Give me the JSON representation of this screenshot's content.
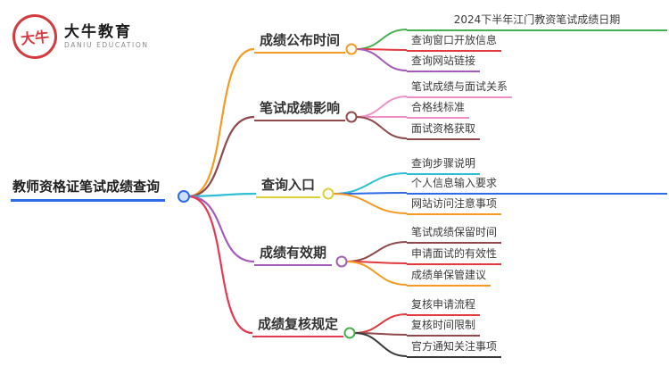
{
  "brand": {
    "logo_text": "大牛",
    "name": "大牛教育",
    "subtitle": "DANIU EDUCATION",
    "logo_color": "#d43b3f"
  },
  "root": {
    "label": "教师资格证笔试成绩查询",
    "color": "#2e6be6"
  },
  "branches": [
    {
      "label": "成绩公布时间",
      "color": "#f59a23",
      "children": [
        {
          "text": "2024下半年江门教资笔试成绩日期",
          "color": "#44b04e"
        },
        {
          "text": "查询窗口开放信息",
          "color": "#e23a3f"
        },
        {
          "text": "查询网站链接",
          "color": "#a55cb8"
        }
      ]
    },
    {
      "label": "笔试成绩影响",
      "color": "#8f4a4d",
      "children": [
        {
          "text": "笔试成绩与面试关系",
          "color": "#f090c8"
        },
        {
          "text": "合格线标准",
          "color": "#f090c8"
        },
        {
          "text": "面试资格获取",
          "color": "#8f4a4d"
        }
      ]
    },
    {
      "label": "查询入口",
      "color": "#d9d23c",
      "edge_color": "#2ec0d2",
      "children": [
        {
          "text": "查询步骤说明",
          "color": "#2ec0d2"
        },
        {
          "text": "个人信息输入要求",
          "color": "#2e6be6"
        },
        {
          "text": "网站访问注意事项",
          "color": "#f59a23"
        }
      ]
    },
    {
      "label": "成绩有效期",
      "color": "#a55cb8",
      "children": [
        {
          "text": "笔试成绩保留时间",
          "color": "#8f4a4d"
        },
        {
          "text": "申请面试的有效性",
          "color": "#e23a3f"
        },
        {
          "text": "成绩单保管建议",
          "color": "#f59a23"
        }
      ]
    },
    {
      "label": "成绩复核规定",
      "color": "#e23a52",
      "circle_color": "#44b04e",
      "children": [
        {
          "text": "复核申请流程",
          "color": "#e23a3f"
        },
        {
          "text": "复核时间限制",
          "color": "#8f4a4d"
        },
        {
          "text": "官方通知关注事项",
          "color": "#3a3a3a"
        }
      ]
    }
  ]
}
